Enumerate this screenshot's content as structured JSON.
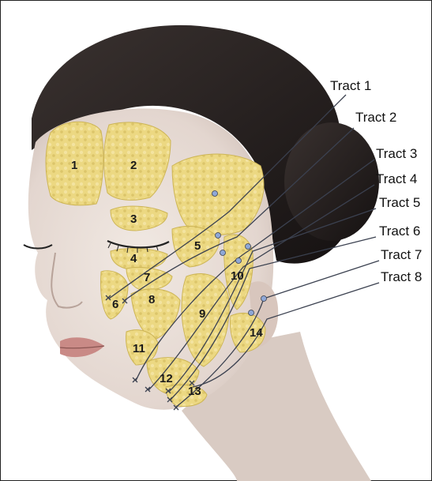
{
  "tract_labels": [
    "Tract 1",
    "Tract 2",
    "Tract 3",
    "Tract 4",
    "Tract 5",
    "Tract 6",
    "Tract 7",
    "Tract 8"
  ],
  "compartment_labels": [
    "1",
    "2",
    "3",
    "4",
    "5",
    "6",
    "7",
    "8",
    "9",
    "10",
    "11",
    "12",
    "13",
    "14"
  ],
  "colors": {
    "fat_fill": "#ecd882",
    "fat_edge": "#cdb556",
    "hair": "#2a2422",
    "skin": "#e8ddd6",
    "tract_line": "#3b4150",
    "cannula_tip": "#8ea7d6",
    "lips": "#c98a86"
  }
}
